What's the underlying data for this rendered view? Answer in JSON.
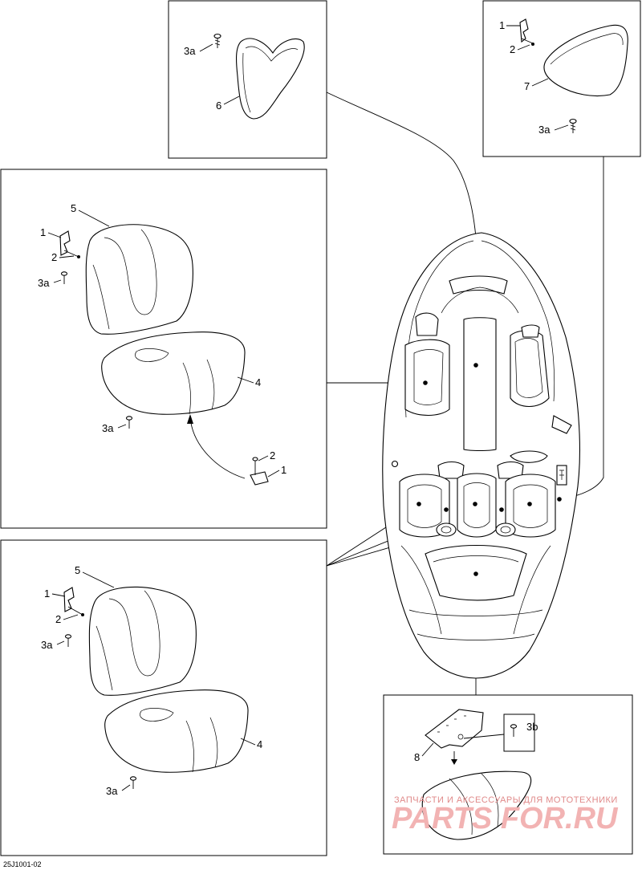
{
  "callouts": {
    "c1_top": "1",
    "c2_top": "2",
    "c7": "7",
    "c3a_top_right": "3a",
    "c3a_top_left": "3a",
    "c6": "6",
    "c5_mid": "5",
    "c1_mid": "1",
    "c2_mid": "2",
    "c3a_mid": "3a",
    "c4_mid": "4",
    "c3a_mid_low": "3a",
    "c2_hinge": "2",
    "c1_hinge": "1",
    "c5_low": "5",
    "c1_low": "1",
    "c2_low": "2",
    "c3a_low": "3a",
    "c4_low": "4",
    "c3a_low_bottom": "3a",
    "c3b": "3b",
    "c8": "8"
  },
  "diagram_code": "25J1001-02",
  "watermark": {
    "tagline": "ЗАПЧАСТИ И АКСЕССУАРЫ ДЛЯ МОТОТЕХНИКИ",
    "brand": "PARTS FOR.RU"
  }
}
